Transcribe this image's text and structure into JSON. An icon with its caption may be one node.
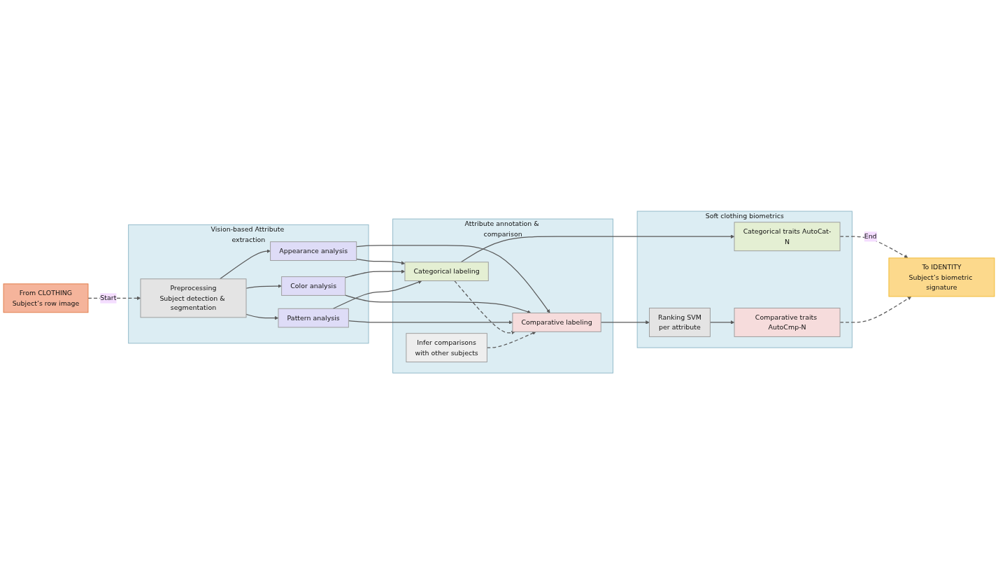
{
  "diagram": {
    "nodes": [
      {
        "text": [
          "From CLOTHING",
          "Subject’s row image"
        ]
      },
      {
        "text": [
          "To IDENTITY",
          "Subject’s biometric signature"
        ]
      },
      {
        "text": [
          "Vision-based Attribute extraction"
        ]
      },
      {
        "text": [
          "Preprocessing",
          "Subject detection & segmentation"
        ],
        "in": 2
      },
      {
        "text": [
          "Appearance analysis"
        ],
        "in": 2
      },
      {
        "text": [
          "Color analysis"
        ],
        "in": 2
      },
      {
        "text": [
          "Pattern analysis"
        ],
        "in": 2
      },
      {
        "text": [
          "Attribute annotation & comparison"
        ]
      },
      {
        "text": [
          "Categorical labeling"
        ],
        "in": 7
      },
      {
        "text": [
          "Comparative labeling"
        ],
        "in": 7
      },
      {
        "text": [
          "Infer comparisons",
          "with other subjects"
        ],
        "in": 7
      },
      {
        "text": [
          "Soft clothing biometrics"
        ]
      },
      {
        "text": [
          "Categorical traits AutoCat-N"
        ],
        "in": 11
      },
      {
        "text": [
          "Ranking SVM",
          "per attribute"
        ],
        "in": 11
      },
      {
        "text": [
          "Comparative traits AutoCmp-N"
        ],
        "in": 11
      }
    ],
    "edges": [
      {
        "from": 0,
        "to": 3,
        "arrow": "to",
        "style": "dashed",
        "label": "Start"
      },
      {
        "from": 3,
        "to": 4,
        "arrow": "to"
      },
      {
        "from": 3,
        "to": 5,
        "arrow": "to"
      },
      {
        "from": 3,
        "to": 6,
        "arrow": "to"
      },
      {
        "from": 4,
        "to": 8,
        "arrow": "to"
      },
      {
        "from": 4,
        "to": 9,
        "arrow": "to"
      },
      {
        "from": 5,
        "to": 8,
        "arrow": "to"
      },
      {
        "from": 5,
        "to": 9,
        "arrow": "to"
      },
      {
        "from": 6,
        "to": 8,
        "arrow": "to"
      },
      {
        "from": 6,
        "to": 9,
        "arrow": "to"
      },
      {
        "from": 8,
        "to": 9,
        "arrow": "to",
        "style": "dashed"
      },
      {
        "from": 10,
        "to": 9,
        "arrow": "to",
        "style": "dashed"
      },
      {
        "from": 8,
        "to": 12,
        "arrow": "to"
      },
      {
        "from": 9,
        "to": 13,
        "arrow": "to"
      },
      {
        "from": 13,
        "to": 14,
        "arrow": "to"
      },
      {
        "from": 12,
        "to": 1,
        "arrow": "to",
        "style": "dashed",
        "label": "End"
      },
      {
        "from": 14,
        "to": 1,
        "arrow": "to",
        "style": "dashed"
      }
    ]
  }
}
